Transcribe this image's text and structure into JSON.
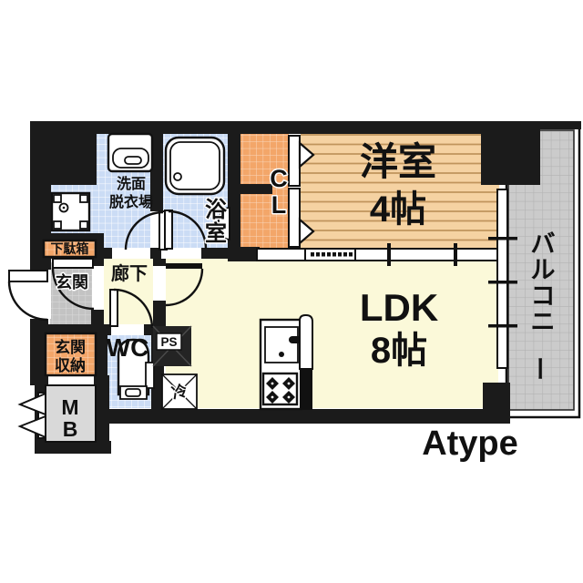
{
  "plan": {
    "type_label": "Atype",
    "rooms": {
      "western_room": {
        "name": "洋室",
        "size": "4帖"
      },
      "ldk": {
        "name": "LDK",
        "size": "8帖"
      },
      "balcony": {
        "name": "バルコニー"
      },
      "closet": {
        "name": "CL"
      },
      "bathroom": {
        "name": "浴室"
      },
      "washroom": {
        "lines": [
          "洗面",
          "脱衣場"
        ]
      },
      "hallway": {
        "name": "廊下"
      },
      "wc": {
        "name": "WC"
      },
      "entrance": {
        "name": "玄関"
      },
      "entrance_storage": {
        "lines": [
          "玄関",
          "収納"
        ]
      },
      "shoe_cabinet": {
        "name": "下駄箱"
      },
      "meter_box": {
        "name": "MB"
      },
      "pipe_space": {
        "name": "PS"
      },
      "refrigerator": {
        "name": "冷"
      }
    },
    "colors": {
      "wall": "#1b1b1b",
      "wood_floor": "#f5d2a2",
      "ldk_floor": "#fbf9d9",
      "tile_blue": "#cbdcf5",
      "tile_orange": "#f3a669",
      "entrance_gray": "#c3c3c3",
      "balcony_gray": "#cbcbcb",
      "meter_box_gray": "#d9d9d9"
    }
  }
}
